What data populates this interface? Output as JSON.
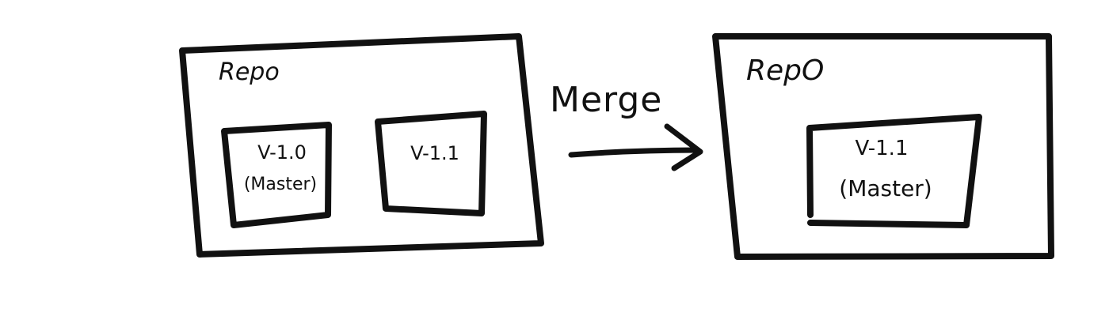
{
  "colors": {
    "stroke": "#111111",
    "background": "#ffffff"
  },
  "before": {
    "repo_label": "Repo",
    "branch_master": {
      "version": "V-1.0",
      "tag": "(Master)"
    },
    "branch_feature": {
      "version": "V-1.1"
    }
  },
  "action": {
    "label": "Merge"
  },
  "after": {
    "repo_label": "RepO",
    "branch_master": {
      "version": "V-1.1",
      "tag": "(Master)"
    }
  }
}
